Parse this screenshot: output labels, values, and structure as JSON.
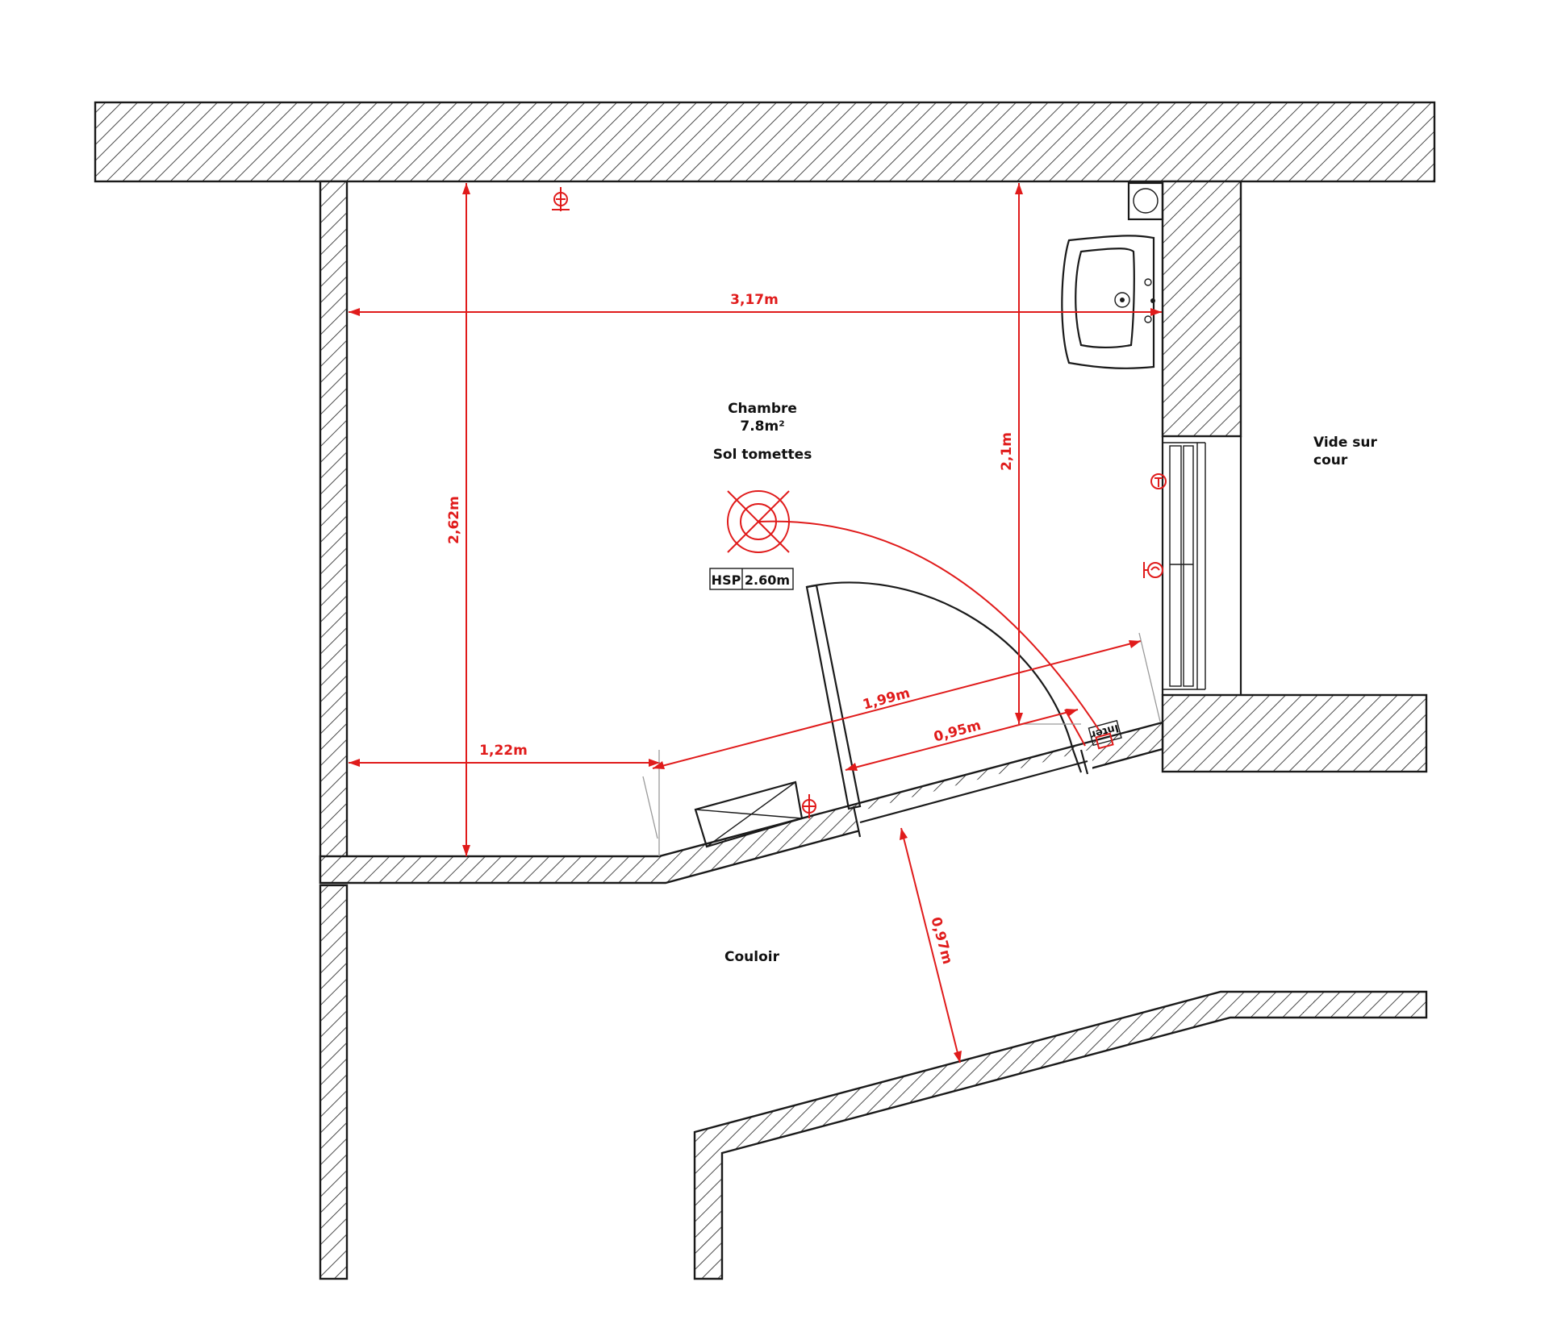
{
  "rooms": {
    "chambre": {
      "name": "Chambre",
      "area": "7.8m²",
      "floor": "Sol tomettes"
    },
    "couloir": {
      "name": "Couloir"
    },
    "vide": {
      "line1": "Vide sur",
      "line2": "cour"
    }
  },
  "ceiling": {
    "label": "HSP",
    "value": "2.60m"
  },
  "dimensions": {
    "width_top": "3,17m",
    "height_left": "2,62m",
    "height_right": "2,1m",
    "bottom_left": "1,22m",
    "diagonal": "1,99m",
    "door": "0,95m",
    "corridor": "0,97m"
  },
  "labels": {
    "inter": "Inter"
  },
  "colors": {
    "dimension": "#e01b1b",
    "wall": "#1a1a1a"
  },
  "icons": [
    "outlet-icon",
    "ceiling-light-icon",
    "thermostat-icon",
    "switch-icon"
  ]
}
